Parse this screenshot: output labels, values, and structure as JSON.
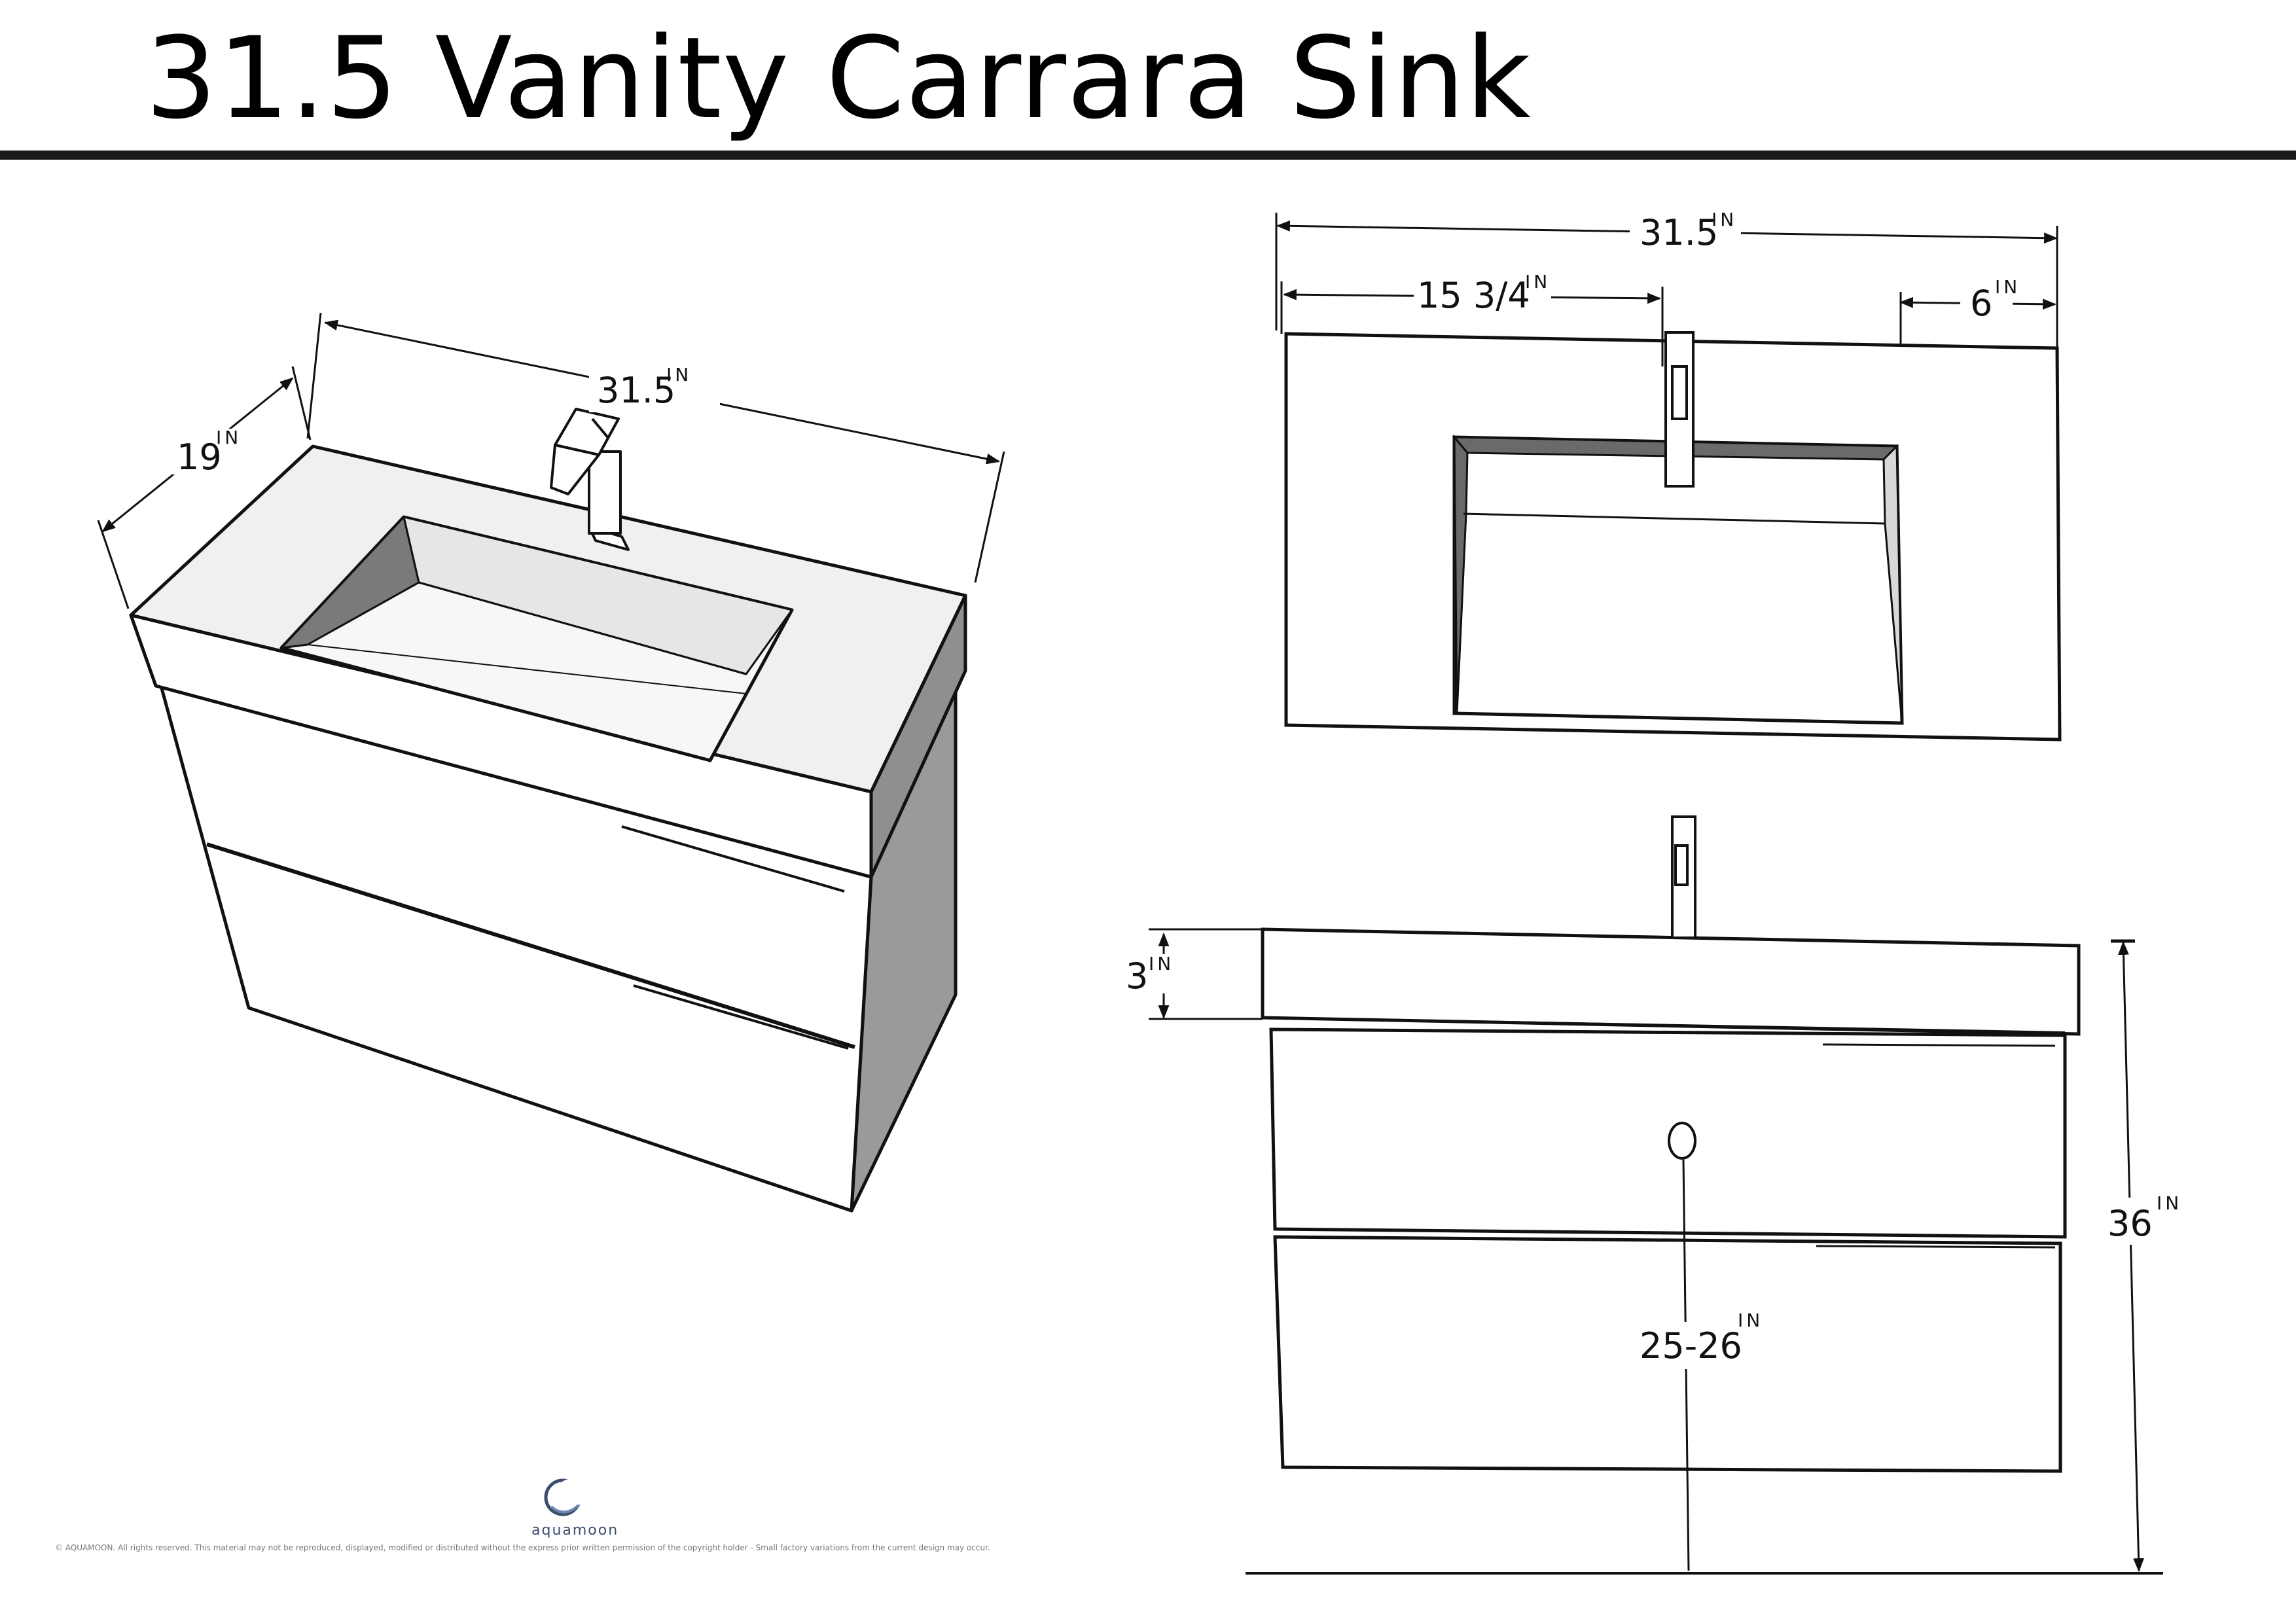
{
  "title": "31.5 Vanity Carrara Sink",
  "iso_view": {
    "width": "31.5",
    "depth": "19",
    "unit": "IN"
  },
  "top_view": {
    "width": "31.5",
    "faucet_offset": "15 3/4",
    "edge_offset": "6",
    "unit": "IN"
  },
  "front_view": {
    "counter_thickness": "3",
    "overall_height": "36",
    "drain_height": "25-26",
    "unit": "IN"
  },
  "logo": {
    "name": "aquamoon"
  },
  "copyright": "© AQUAMOON. All rights reserved. This material may not be reproduced, displayed, modified or distributed without the express prior written permission of the copyright holder - Small factory variations from the current design may occur.",
  "colors": {
    "line": "#111111",
    "side_shade": "#9a9a9a",
    "top_surface": "#f0f0f0",
    "basin_shadow": "#6a6a6a",
    "logo": "#3a4d6e"
  }
}
